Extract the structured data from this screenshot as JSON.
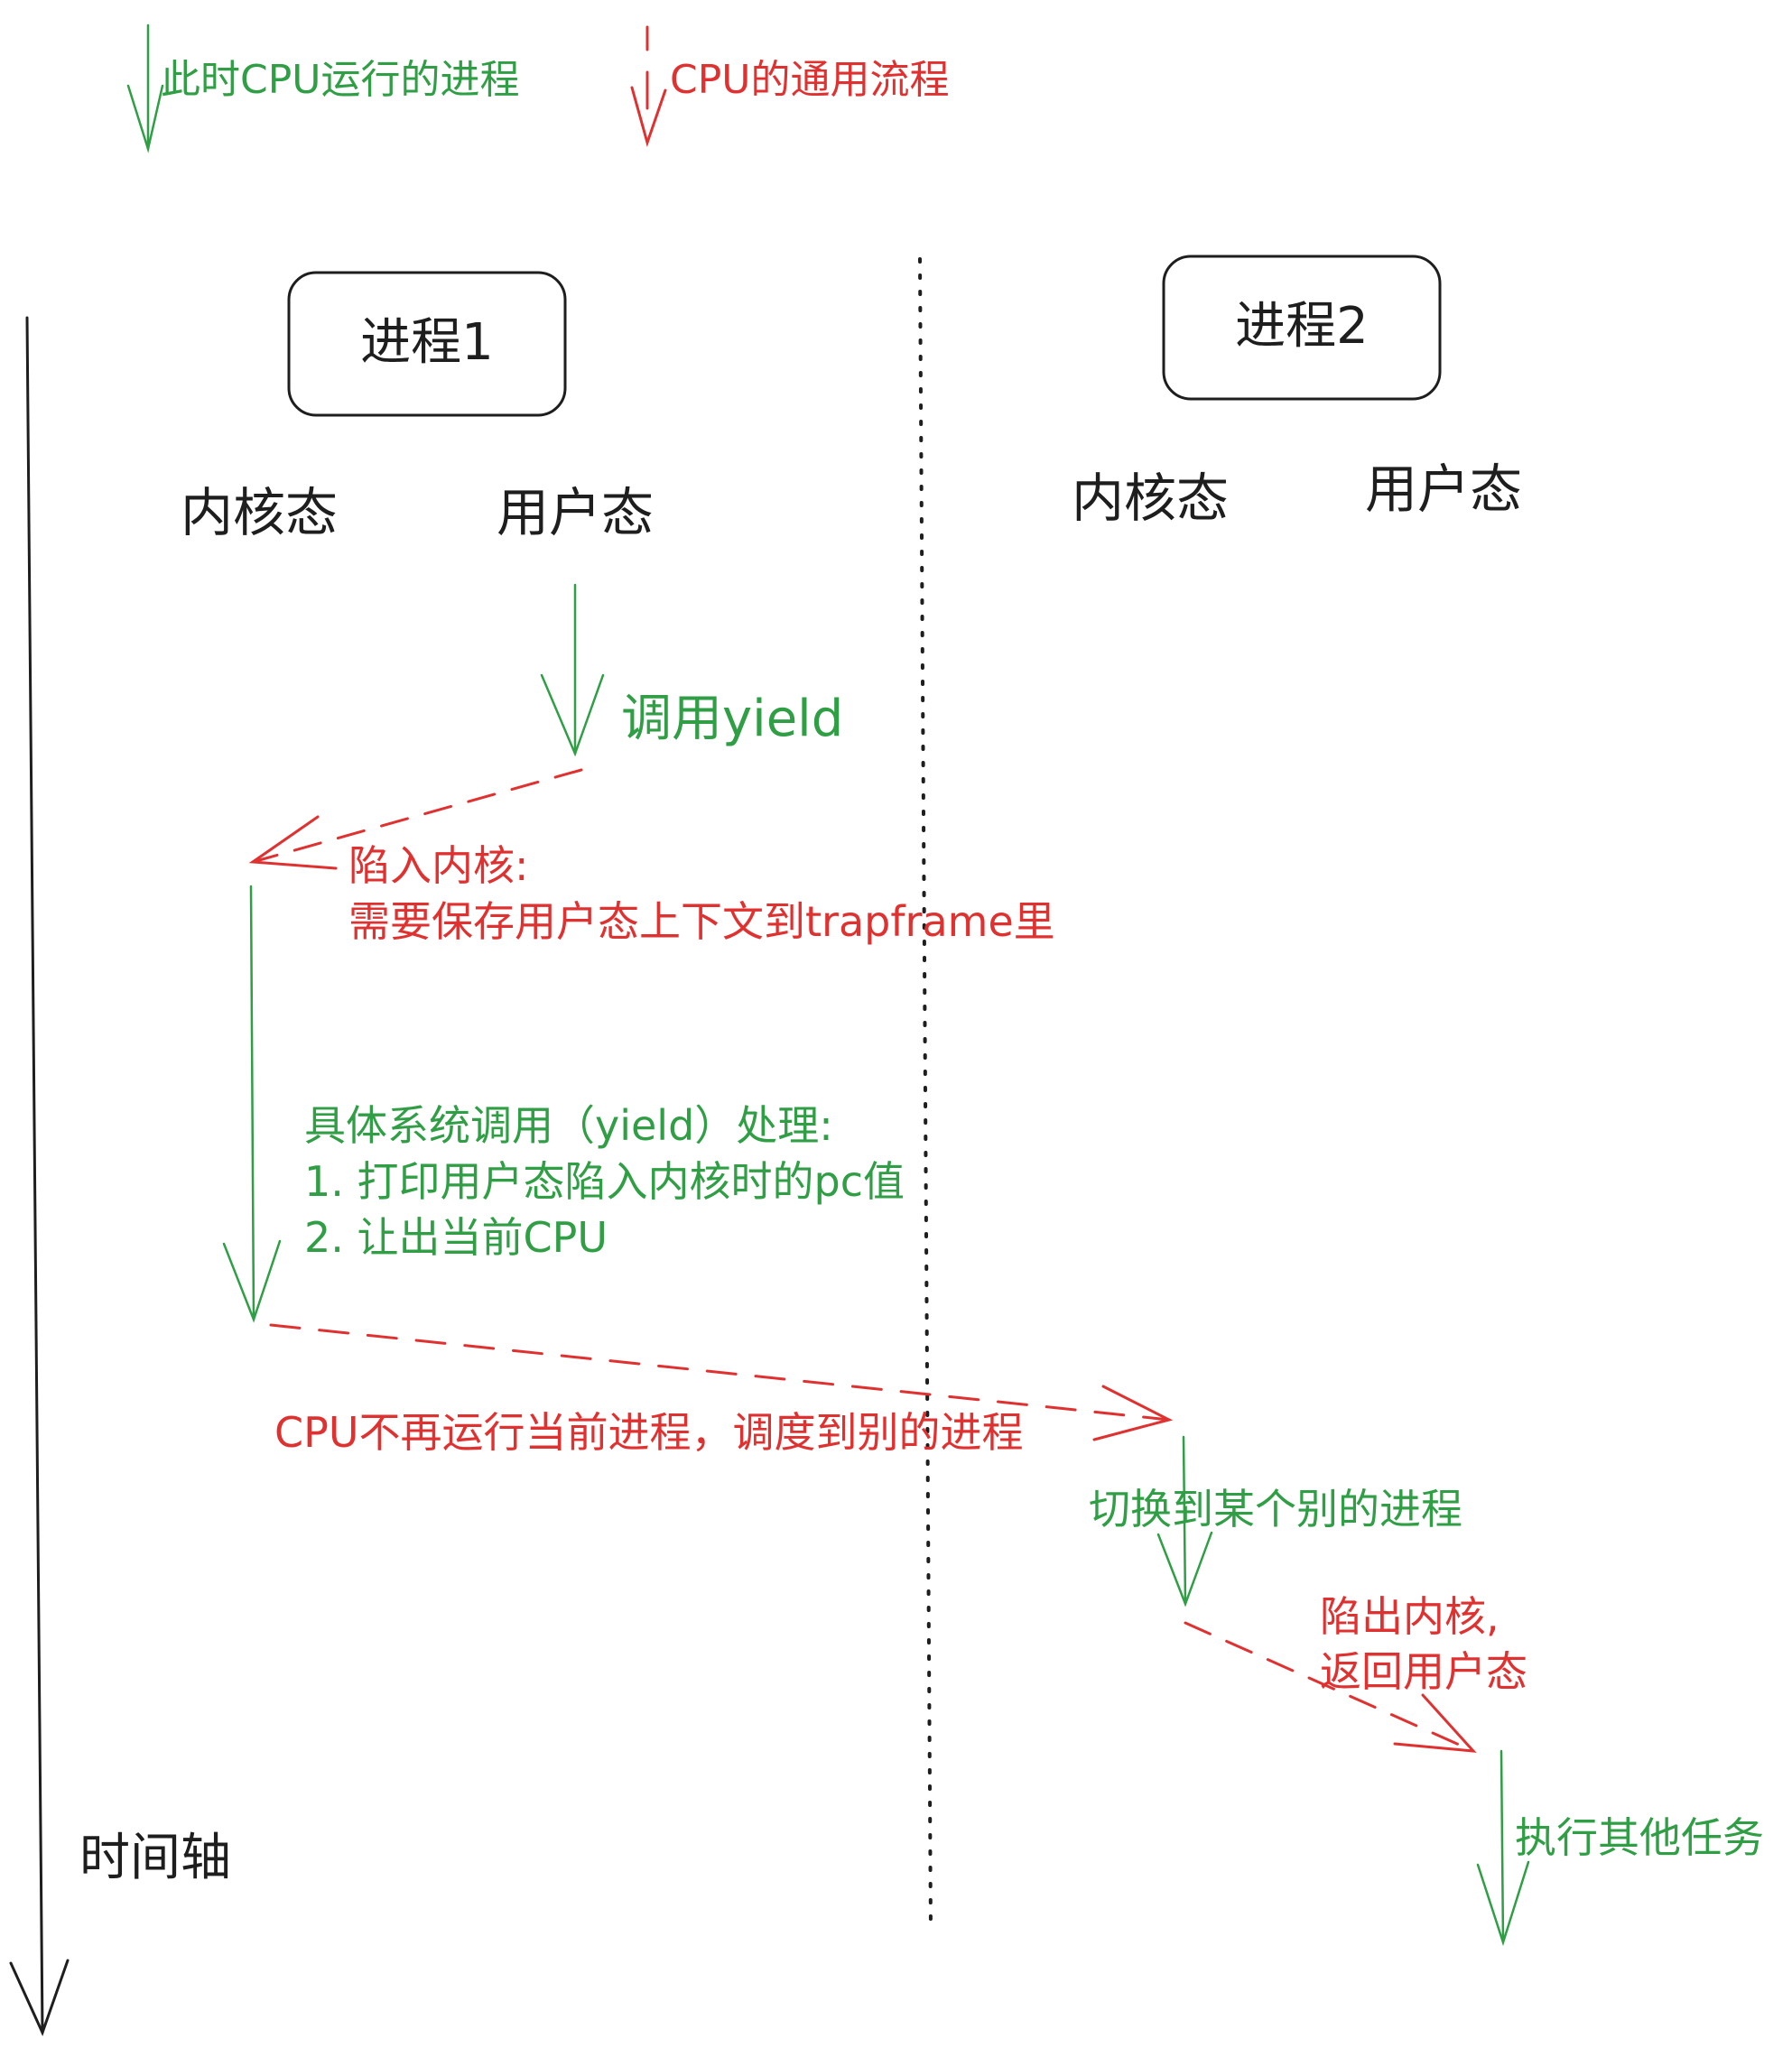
{
  "legend": {
    "current_process": "此时CPU运行的进程",
    "cpu_flow": "CPU的通用流程"
  },
  "timeline": {
    "label": "时间轴"
  },
  "process1": {
    "title": "进程1",
    "kernel_label": "内核态",
    "user_label": "用户态"
  },
  "process2": {
    "title": "进程2",
    "kernel_label": "内核态",
    "user_label": "用户态"
  },
  "steps": {
    "call_yield": "调用yield",
    "trap_line1": "陷入内核:",
    "trap_line2": "需要保存用户态上下文到trapframe里",
    "handle_line1": "具体系统调用（yield）处理:",
    "handle_line2": "1.  打印用户态陷入内核时的pc值",
    "handle_line3": "2.  让出当前CPU",
    "schedule": "CPU不再运行当前进程，调度到别的进程",
    "switch": "切换到某个别的进程",
    "return_line1": "陷出内核,",
    "return_line2": "返回用户态",
    "other_tasks": "执行其他任务"
  },
  "colors": {
    "green": "#2f9e44",
    "red": "#e03131",
    "black": "#1e1e1e"
  }
}
